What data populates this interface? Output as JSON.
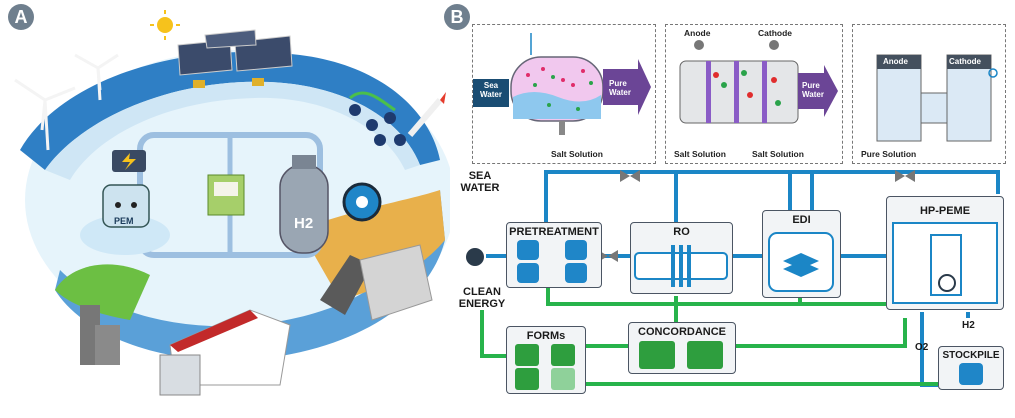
{
  "panels": {
    "a": "A",
    "b": "B"
  },
  "panel_a": {
    "pem_label": "PEM",
    "h2_label": "H2"
  },
  "insets": {
    "ro": {
      "input": "Sea Water",
      "output": "Pure Water",
      "salt": "Salt Solution"
    },
    "edi": {
      "anode": "Anode",
      "cathode": "Cathode",
      "output": "Pure Water",
      "salt_left": "Salt Solution",
      "salt_right": "Salt Solution"
    },
    "peme": {
      "anode": "Anode",
      "cathode": "Cathode",
      "input": "Pure Solution"
    }
  },
  "inputs": {
    "sea_water": "SEA WATER",
    "clean_energy": "CLEAN ENERGY"
  },
  "boxes": {
    "pretreatment": "PRETREATMENT",
    "ro": "RO",
    "edi": "EDI",
    "hp_peme": "HP-PEME",
    "forms": "FORMs",
    "concordance": "CONCORDANCE",
    "stockpile": "STOCKPILE"
  },
  "outputs": {
    "h2": "H2",
    "o2": "O2"
  },
  "colors": {
    "water_line": "#1b86c6",
    "energy_line": "#27b34b",
    "box_border": "#4b5563",
    "badge": "#6f7f8e"
  }
}
